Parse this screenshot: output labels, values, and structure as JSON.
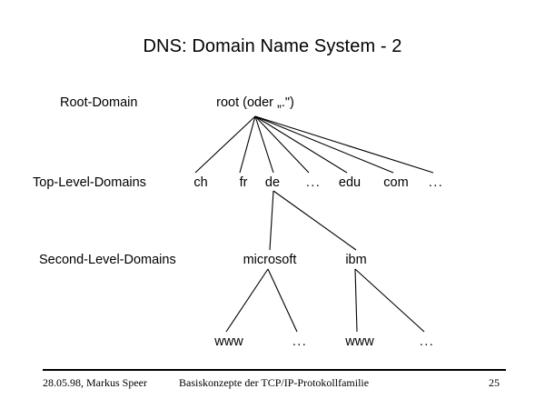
{
  "slide": {
    "title": "DNS: Domain Name System - 2"
  },
  "row_labels": {
    "root": "Root-Domain",
    "top_level": "Top-Level-Domains",
    "second_level": "Second-Level-Domains"
  },
  "tree": {
    "root": {
      "label": "root (oder „.\")"
    },
    "top_level_domains": [
      {
        "label": "ch"
      },
      {
        "label": "fr"
      },
      {
        "label": "de"
      },
      {
        "label": "..."
      },
      {
        "label": "edu"
      },
      {
        "label": "com"
      },
      {
        "label": "..."
      }
    ],
    "second_level_domains": [
      {
        "label": "microsoft"
      },
      {
        "label": "ibm"
      }
    ],
    "hosts": [
      {
        "label": "www"
      },
      {
        "label": "..."
      },
      {
        "label": "www"
      },
      {
        "label": "..."
      }
    ]
  },
  "footer": {
    "date_author": "28.05.98, Markus Speer",
    "center": "Basiskonzepte der TCP/IP-Protokollfamilie",
    "page_number": "25"
  },
  "colors": {
    "background": "#ffffff",
    "text": "#000000",
    "edge": "#000000"
  }
}
